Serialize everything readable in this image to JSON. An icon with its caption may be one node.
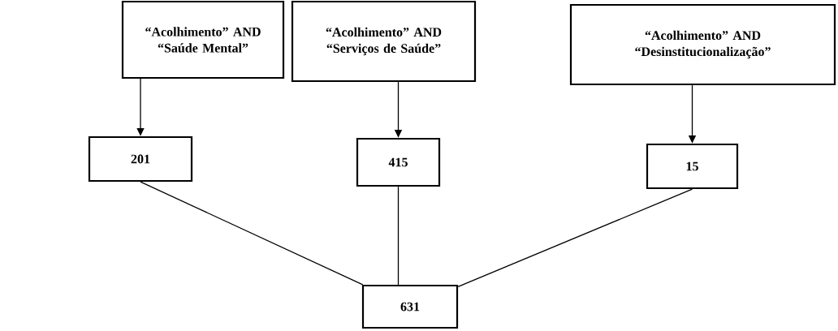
{
  "diagram": {
    "nodes": [
      {
        "text": [
          "“Acolhimento” AND “Saúde Mental”"
        ]
      },
      {
        "text": [
          "“Acolhimento” AND “Serviços de Saúde”"
        ]
      },
      {
        "text": [
          "“Acolhimento” AND “Desinstitucionalização”"
        ]
      },
      {
        "text": [
          "201"
        ]
      },
      {
        "text": [
          "415"
        ]
      },
      {
        "text": [
          "15"
        ]
      },
      {
        "text": [
          "631"
        ]
      }
    ],
    "edges": [
      {
        "from": 0,
        "to": 3,
        "arrow": "to"
      },
      {
        "from": 1,
        "to": 4,
        "arrow": "to"
      },
      {
        "from": 2,
        "to": 5,
        "arrow": "to"
      },
      {
        "from": 3,
        "to": 6,
        "arrow": "none"
      },
      {
        "from": 4,
        "to": 6,
        "arrow": "none"
      },
      {
        "from": 5,
        "to": 6,
        "arrow": "none"
      }
    ]
  }
}
